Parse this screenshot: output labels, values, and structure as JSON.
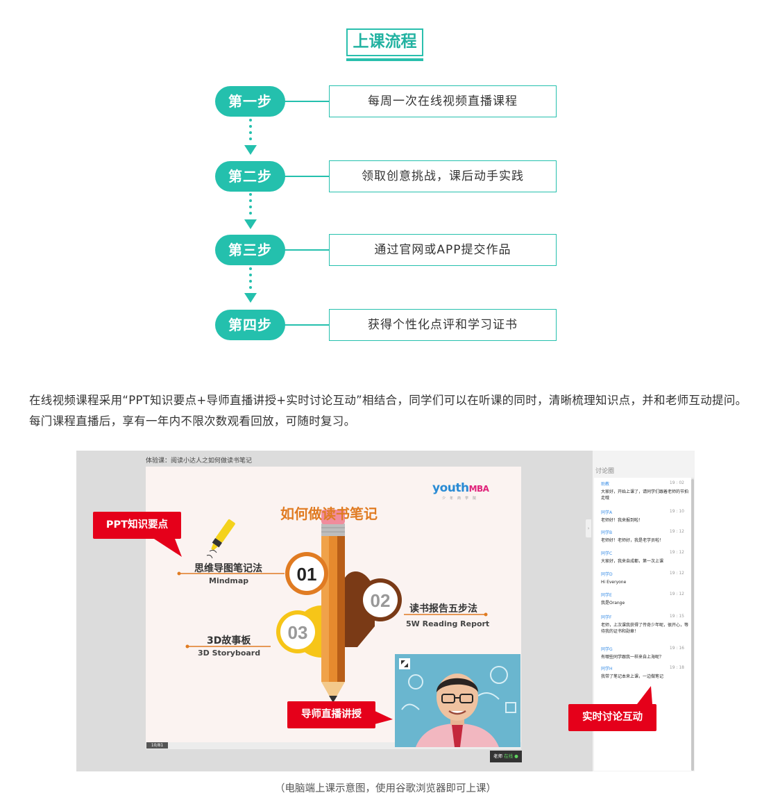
{
  "section_title": "上课流程",
  "steps": [
    {
      "label": "第一步",
      "text": "每周一次在线视频直播课程"
    },
    {
      "label": "第二步",
      "text": "领取创意挑战，课后动手实践"
    },
    {
      "label": "第三步",
      "text": "通过官网或APP提交作品"
    },
    {
      "label": "第四步",
      "text": "获得个性化点评和学习证书"
    }
  ],
  "paragraph": "在线视频课程采用“PPT知识要点+导师直播讲授+实时讨论互动”相结合，同学们可以在听课的同时，清晰梳理知识点，并和老师互动提问。每门课程直播后，享有一年内不限次数观看回放，可随时复习。",
  "screenshot": {
    "course_title": "体验课：阅读小达人之如何做读书笔记",
    "page_num": "10/81",
    "status": {
      "role": "老师",
      "state": "在线"
    },
    "slide": {
      "brand": "youth",
      "brand_suffix": "MBA",
      "brand_tagline": "少年商学院",
      "heading": "如何做读书笔记",
      "items": [
        {
          "num": "01",
          "title": "思维导图笔记法",
          "subtitle": "Mindmap"
        },
        {
          "num": "02",
          "title": "读书报告五步法",
          "subtitle": "5W Reading Report"
        },
        {
          "num": "03",
          "title": "3D故事板",
          "subtitle": "3D Storyboard"
        }
      ]
    },
    "chat": {
      "header": "讨论圈",
      "messages": [
        {
          "who": "助教",
          "time": "19 : 02",
          "text": "大家好，开始上课了，请同学们跟着老师的节拍走哦"
        },
        {
          "who": "同学A",
          "time": "19 : 10",
          "text": "老师好！我来报到啦！"
        },
        {
          "who": "同学B",
          "time": "19 : 12",
          "text": "老师好！老师好，我是老学员啦！"
        },
        {
          "who": "同学C",
          "time": "19 : 12",
          "text": "大家好，我来自成都，第一次上课"
        },
        {
          "who": "同学D",
          "time": "19 : 12",
          "text": "Hi Everyone"
        },
        {
          "who": "同学E",
          "time": "19 : 12",
          "text": "我是Orange"
        },
        {
          "who": "同学F",
          "time": "19 : 15",
          "text": "老师，上次课我获得了传奇少年呢，很开心，等待我的证书和勋章！"
        },
        {
          "who": "同学G",
          "time": "19 : 16",
          "text": "有哪些同学跟我一样来自上海呢？"
        },
        {
          "who": "同学H",
          "time": "19 : 18",
          "text": "我带了笔记本来上课，一边做笔记"
        }
      ]
    },
    "callouts": {
      "ppt": "PPT知识要点",
      "teacher": "导师直播讲授",
      "discussion": "实时讨论互动"
    }
  },
  "caption": "（电脑端上课示意图，使用谷歌浏览器即可上课）",
  "colors": {
    "accent": "#24c0ad",
    "callout": "#e5001a",
    "orange": "#e07b22"
  }
}
